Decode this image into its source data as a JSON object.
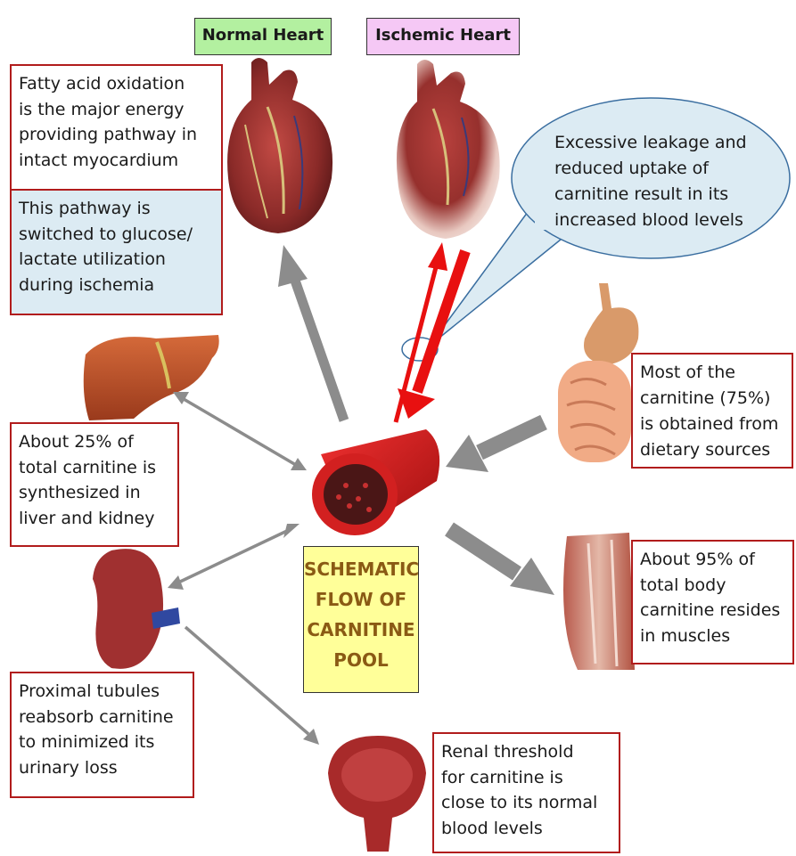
{
  "labels": {
    "normal_heart": "Normal Heart",
    "ischemic_heart": "Ischemic Heart"
  },
  "boxes": {
    "fatty_acid": "Fatty acid oxidation\nis the major energy\nproviding pathway in\nintact myocardium",
    "pathway_switch": "This pathway  is\nswitched to glucose/\nlactate utilization\nduring ischemia",
    "leakage": "Excessive leakage and\nreduced uptake of\ncarnitine result in its\nincreased blood  levels",
    "dietary": "Most of the\ncarnitine (75%)\nis obtained from\ndietary sources",
    "synthesis": "About 25% of\ntotal carnitine is\nsynthesized  in\nliver and kidney",
    "muscle": "About 95% of\ntotal body\ncarnitine resides\nin muscles",
    "tubules": "Proximal tubules\nreabsorb carnitine\nto minimized its\nurinary loss",
    "renal": "Renal threshold\nfor carnitine is\nclose to its normal\nblood levels"
  },
  "center_title": "SCHEMATIC\nFLOW OF\nCARNITINE\nPOOL",
  "colors": {
    "normal_tag_bg": "#b3f0a0",
    "ischemic_tag_bg": "#f5c8f5",
    "box_border": "#b11c1c",
    "blue_box_bg": "#dcebf3",
    "arrow_gray": "#8c8c8c",
    "arrow_red": "#e81010",
    "center_bg": "#ffff99",
    "center_text": "#8a5a14"
  }
}
